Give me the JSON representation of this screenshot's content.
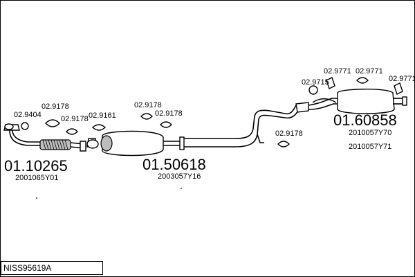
{
  "diagram": {
    "reference_code": "NISS95619A",
    "parts": [
      {
        "number": "01.10265",
        "refs": [
          "2001065Y01"
        ]
      },
      {
        "number": "01.50618",
        "refs": [
          "2003057Y16"
        ]
      },
      {
        "number": "01.60858",
        "refs": [
          "2010057Y70",
          "2010057Y71"
        ]
      }
    ],
    "accessories": {
      "a1": "02.9404",
      "a2": "02.9178",
      "a3": "02.9178",
      "a4": "02.9161",
      "a5": "02.9178",
      "a6": "02.9178",
      "a7": "02.9178",
      "a8": "02.9715",
      "a9": "02.9771",
      "a10": "02.9771",
      "a11": "02.9771"
    }
  }
}
